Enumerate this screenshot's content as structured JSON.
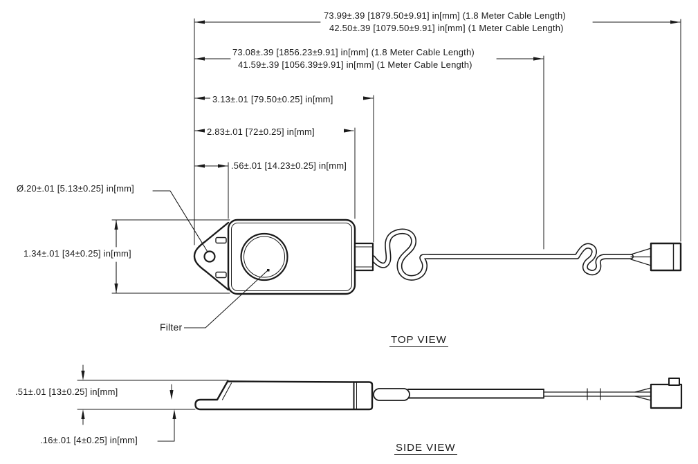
{
  "page": {
    "background": "#ffffff",
    "line_color": "#1a1a1a"
  },
  "top_view": {
    "label": "TOP VIEW",
    "dims": {
      "total_cable_18m": "73.99±.39 [1879.50±9.91] in[mm] (1.8 Meter Cable Length)",
      "total_cable_1m": "42.50±.39 [1079.50±9.91] in[mm] (1 Meter Cable Length)",
      "to_connector_18m": "73.08±.39 [1856.23±9.91] in[mm] (1.8 Meter Cable Length)",
      "to_connector_1m": "41.59±.39 [1056.39±9.91] in[mm] (1 Meter Cable Length)",
      "body_with_stub": "3.13±.01 [79.50±0.25] in[mm]",
      "body_length": "2.83±.01 [72±0.25] in[mm]",
      "tab_width": ".56±.01 [14.23±0.25] in[mm]",
      "hole_diameter": "Ø.20±.01 [5.13±0.25] in[mm]",
      "body_height": "1.34±.01 [34±0.25] in[mm]"
    },
    "callouts": {
      "filter": "Filter"
    }
  },
  "side_view": {
    "label": "SIDE VIEW",
    "dims": {
      "body_thickness": ".51±.01 [13±0.25] in[mm]",
      "flange_thickness": ".16±.01 [4±0.25] in[mm]"
    }
  }
}
